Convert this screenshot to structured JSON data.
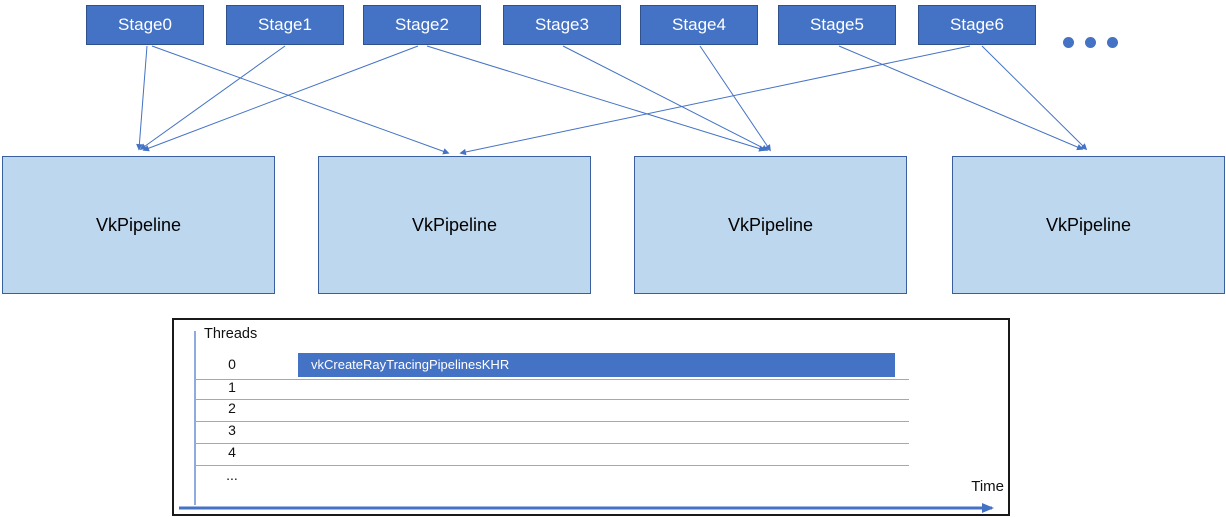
{
  "colors": {
    "accent": "#4472C4",
    "stage-border": "#2F528F",
    "pipeline-fill": "#BDD7EE",
    "pipeline-border": "#3A5F9F",
    "connector": "#4472C4",
    "grid-line": "#8FAADC",
    "bar-text": "#FFFFFF",
    "chart-border": "#1A1A1A"
  },
  "diagram": {
    "stages": [
      "Stage0",
      "Stage1",
      "Stage2",
      "Stage3",
      "Stage4",
      "Stage5",
      "Stage6"
    ],
    "ellipsis_dots": 3,
    "pipelines": [
      "VkPipeline",
      "VkPipeline",
      "VkPipeline",
      "VkPipeline"
    ],
    "connections": [
      {
        "from": "Stage0",
        "to_pipeline": 1
      },
      {
        "from": "Stage1",
        "to_pipeline": 1
      },
      {
        "from": "Stage2",
        "to_pipeline": 1
      },
      {
        "from": "Stage0",
        "to_pipeline": 2
      },
      {
        "from": "Stage6",
        "to_pipeline": 2
      },
      {
        "from": "Stage2",
        "to_pipeline": 3
      },
      {
        "from": "Stage3",
        "to_pipeline": 3
      },
      {
        "from": "Stage4",
        "to_pipeline": 3
      },
      {
        "from": "Stage5",
        "to_pipeline": 4
      },
      {
        "from": "Stage6",
        "to_pipeline": 4
      }
    ]
  },
  "chart_data": {
    "type": "gantt",
    "title": "Threads",
    "xlabel": "Time",
    "rows": [
      "0",
      "1",
      "2",
      "3",
      "4",
      "..."
    ],
    "bars": [
      {
        "row": "0",
        "label": "vkCreateRayTracingPipelinesKHR",
        "start_frac": 0.13,
        "end_frac": 0.86
      }
    ],
    "legend": false,
    "grid": true
  }
}
